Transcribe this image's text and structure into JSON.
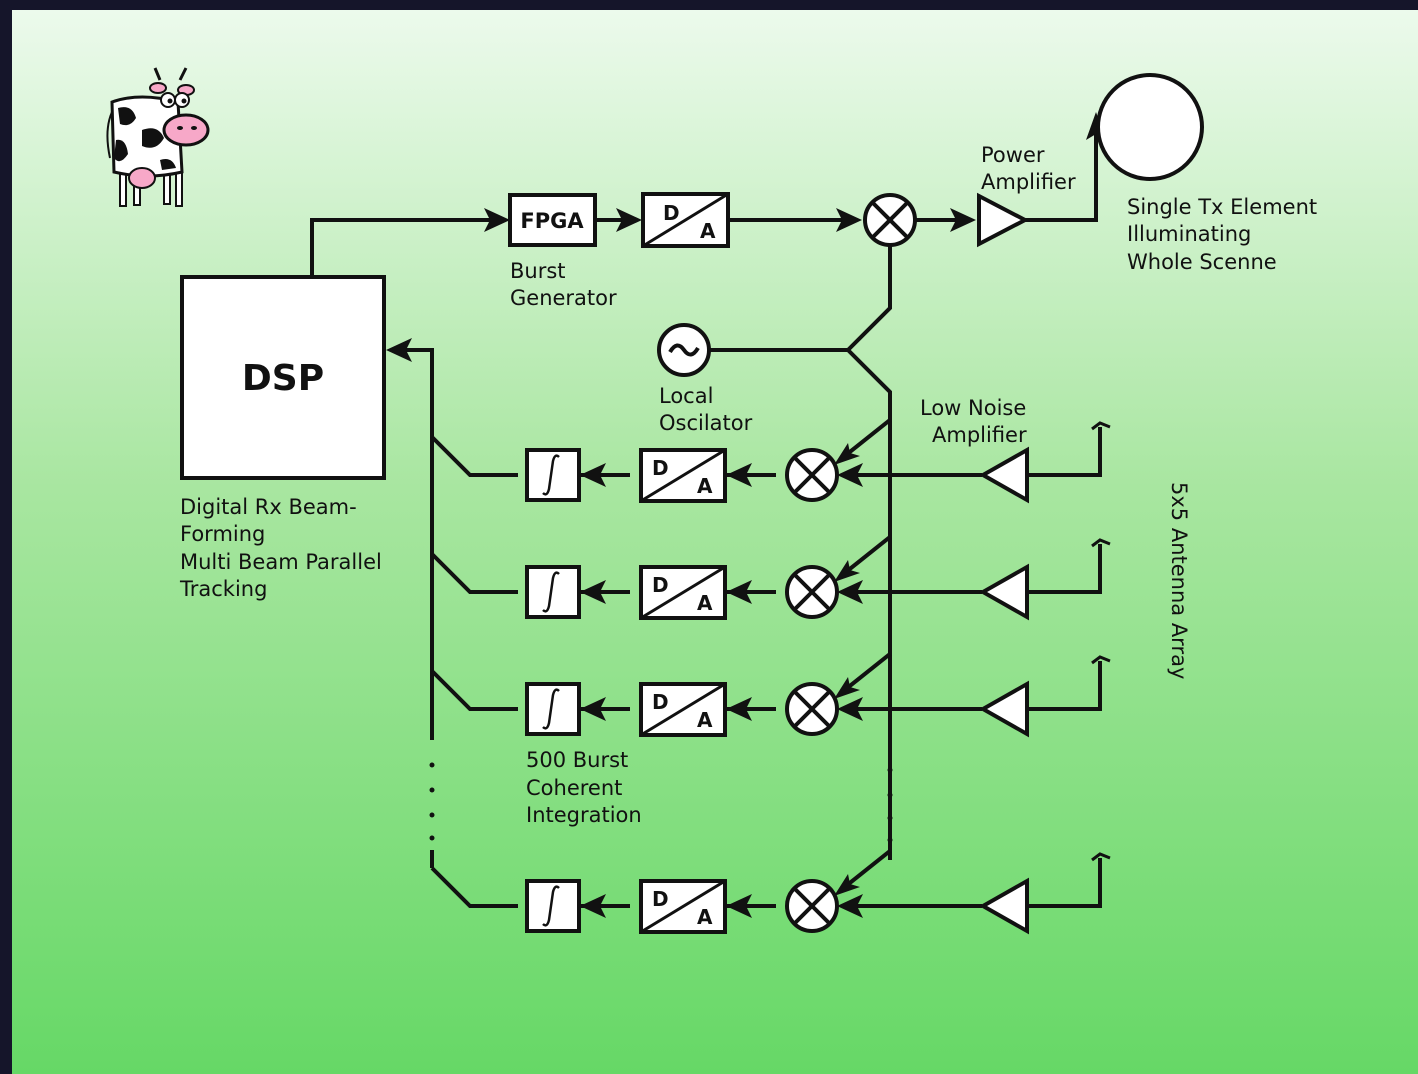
{
  "colors": {
    "frame": "#15152a",
    "background_top": "#ecfaec",
    "background_bottom": "#66d866",
    "stroke": "#111111",
    "block_fill": "#ffffff"
  },
  "blocks": {
    "dsp": "DSP",
    "fpga": "FPGA",
    "dac_d": "D",
    "dac_a": "A"
  },
  "labels": {
    "burst_generator": [
      "Burst",
      "Generator"
    ],
    "power_amplifier": [
      "Power",
      "Amplifier"
    ],
    "tx_element": [
      "Single Tx Element",
      "Illuminating",
      "Whole Scenne"
    ],
    "local_oscillator": [
      "Local",
      "Oscilator"
    ],
    "low_noise_amplifier": [
      "Low Noise",
      "Amplifier"
    ],
    "dsp_description": [
      "Digital Rx Beam-",
      "Forming",
      "Multi Beam Parallel",
      "Tracking"
    ],
    "integration": [
      "500 Burst",
      "Coherent",
      "Integration"
    ],
    "antenna_array": "5x5 Antenna Array"
  },
  "icons": {
    "mascot": "cow-icon",
    "oscillator": "sine-wave-icon",
    "mixer": "mixer-x-icon",
    "integrator": "integral-icon",
    "amplifier": "triangle-amplifier-icon",
    "antenna": "antenna-icon"
  }
}
